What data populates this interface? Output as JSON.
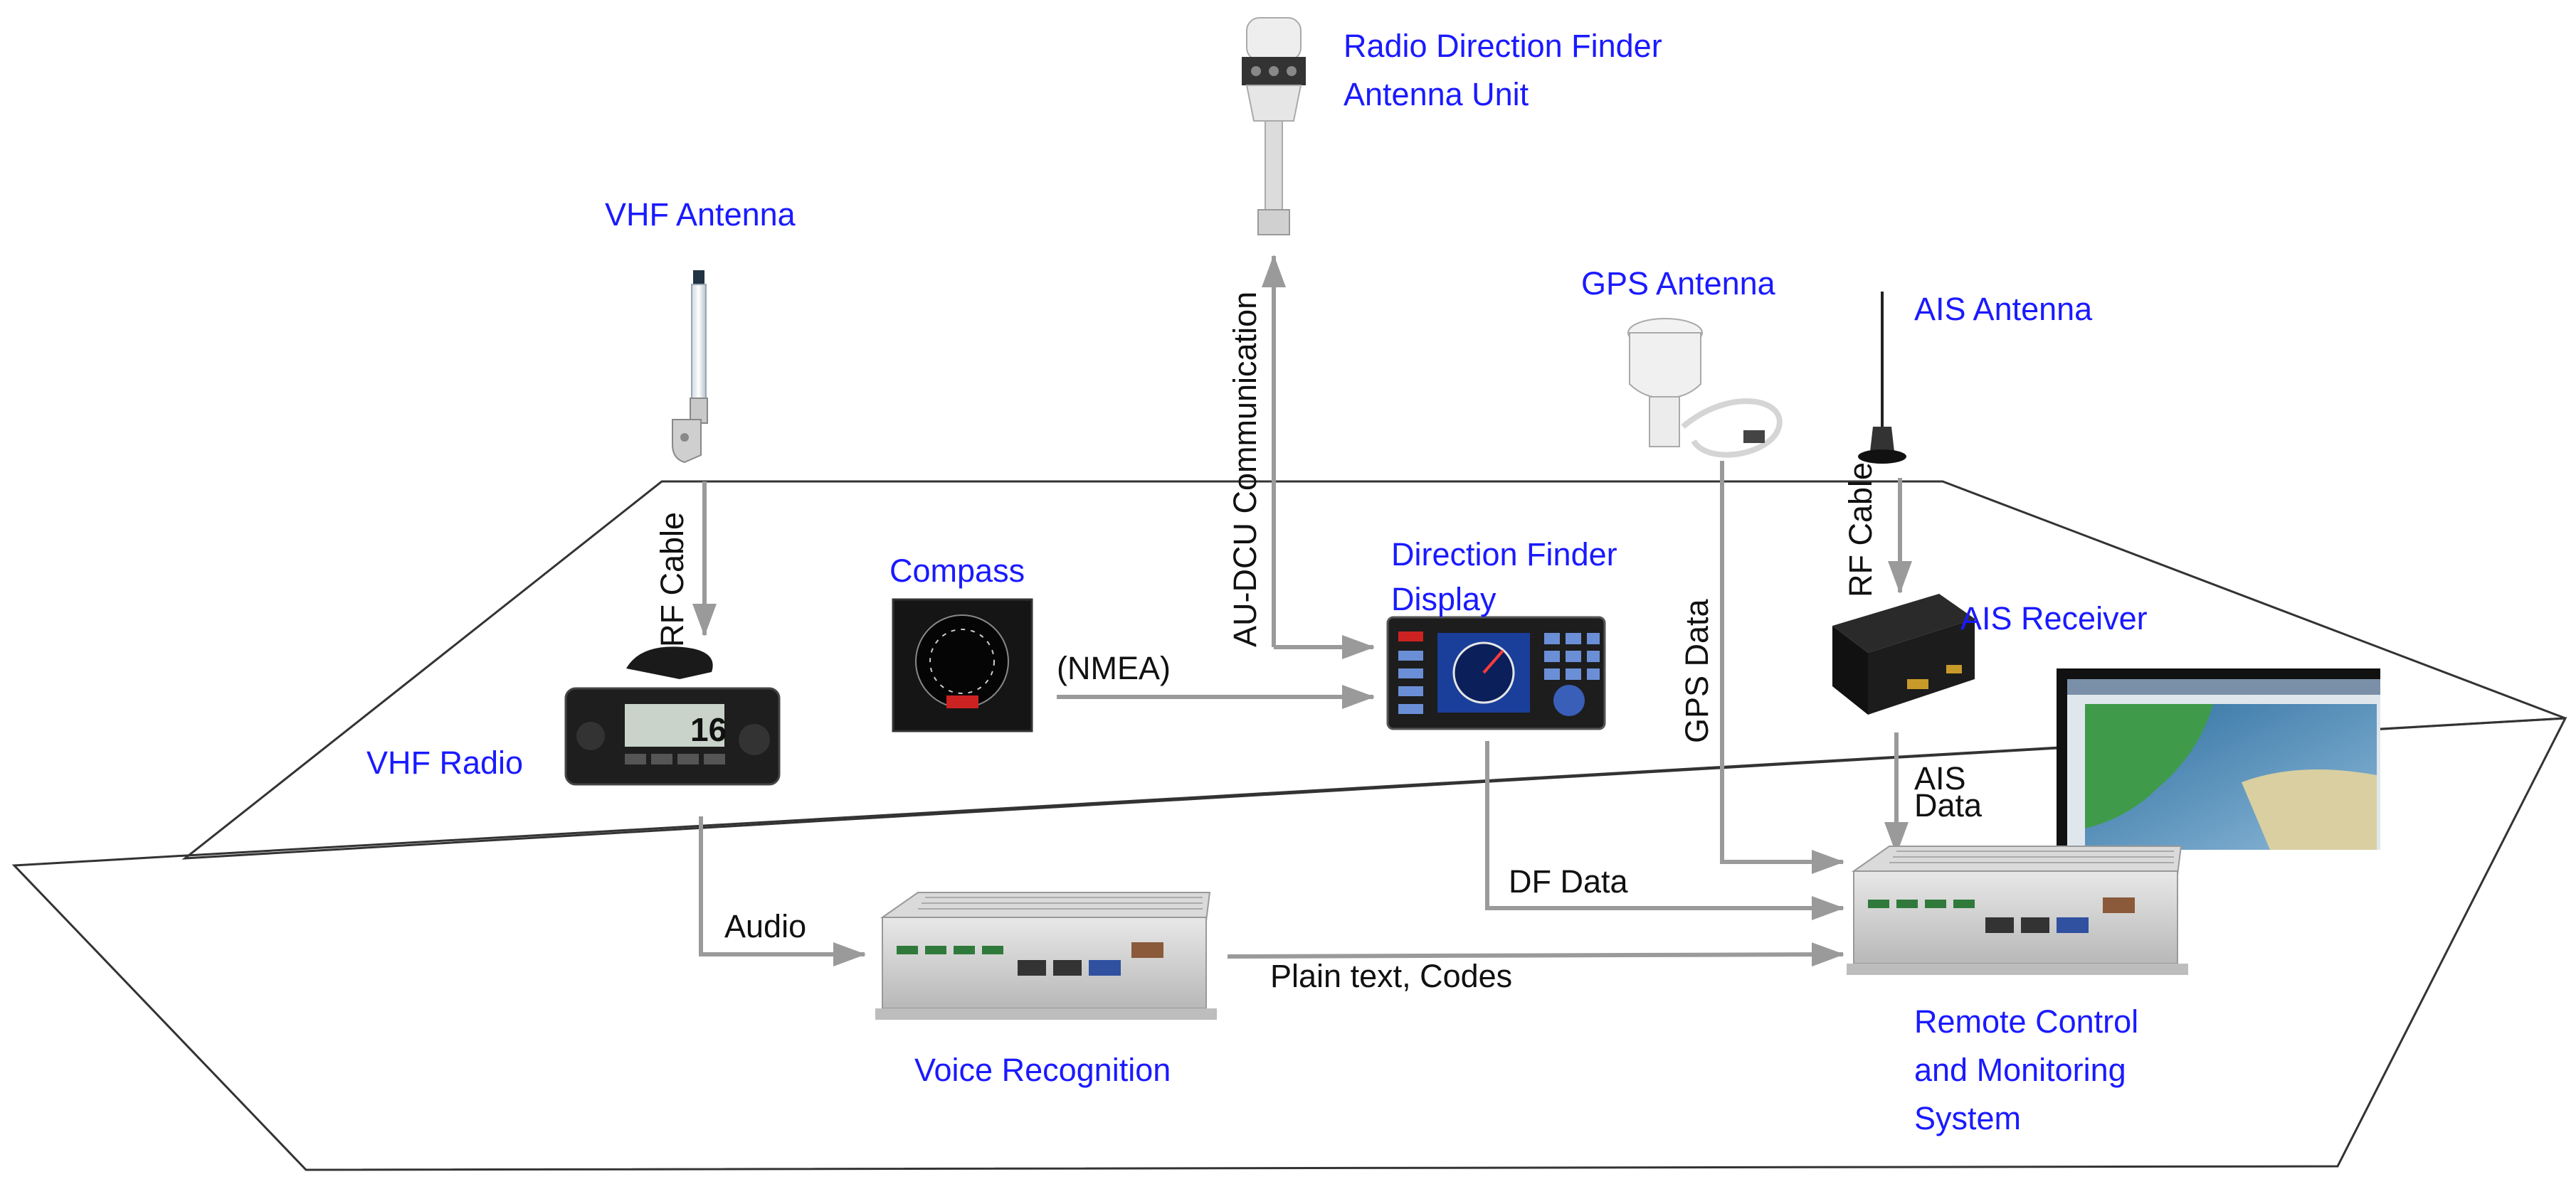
{
  "labels": {
    "rdf_antenna_line1": "Radio Direction Finder",
    "rdf_antenna_line2": "Antenna Unit",
    "vhf_antenna": "VHF Antenna",
    "gps_antenna": "GPS Antenna",
    "ais_antenna": "AIS Antenna",
    "compass": "Compass",
    "df_display_line1": "Direction Finder",
    "df_display_line2": "Display",
    "ais_receiver": "AIS Receiver",
    "vhf_radio": "VHF Radio",
    "voice_recognition": "Voice Recognition",
    "rcms_line1": "Remote Control",
    "rcms_line2": "and Monitoring",
    "rcms_line3": "System"
  },
  "connections": {
    "au_dcu": "AU-DCU Communication",
    "rf_cable_vhf": "RF Cable",
    "rf_cable_ais": "RF Cable",
    "nmea": "(NMEA)",
    "gps_data": "GPS Data",
    "ais_data_line1": "AIS",
    "ais_data_line2": "Data",
    "df_data": "DF Data",
    "audio": "Audio",
    "plain_text": "Plain text, Codes"
  },
  "device_texts": {
    "vhf_radio_channel": "16"
  },
  "colors": {
    "label_blue": "#1a1aff",
    "connector_gray": "#9a9a9a",
    "plane_outline": "#333333"
  }
}
